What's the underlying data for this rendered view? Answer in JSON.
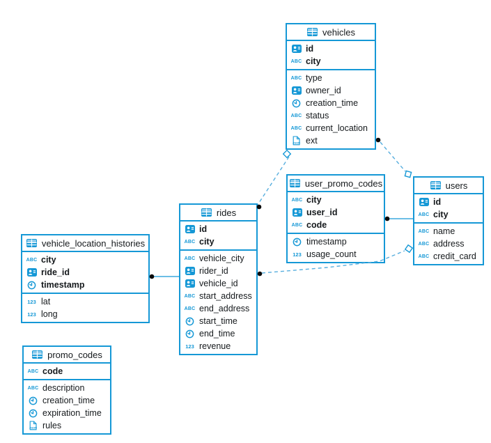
{
  "diagram": {
    "kind": "entity-relationship-diagram",
    "colors": {
      "table_border": "#1598d6",
      "icon_blue": "#1598d6",
      "relation_dashed": "#57aede",
      "relation_solid": "#1598d6",
      "endpoint_dot": "#0b0b0b",
      "text": "#15191c",
      "background": "#ffffff"
    },
    "icons": {
      "header": "table-icon",
      "uuid": "id-card-icon",
      "string": "abc-icon",
      "timestamp": "clock-icon",
      "int": "123-icon",
      "json": "json-doc-icon"
    },
    "tables": [
      {
        "title": "vehicles",
        "primary_fields": [
          {
            "type": "uuid",
            "name": "id"
          },
          {
            "type": "string",
            "name": "city"
          }
        ],
        "fields": [
          {
            "type": "string",
            "name": "type"
          },
          {
            "type": "uuid",
            "name": "owner_id"
          },
          {
            "type": "timestamp",
            "name": "creation_time"
          },
          {
            "type": "string",
            "name": "status"
          },
          {
            "type": "string",
            "name": "current_location"
          },
          {
            "type": "json",
            "name": "ext"
          }
        ]
      },
      {
        "title": "user_promo_codes",
        "primary_fields": [
          {
            "type": "string",
            "name": "city"
          },
          {
            "type": "uuid",
            "name": "user_id"
          },
          {
            "type": "string",
            "name": "code"
          }
        ],
        "fields": [
          {
            "type": "timestamp",
            "name": "timestamp"
          },
          {
            "type": "int",
            "name": "usage_count"
          }
        ]
      },
      {
        "title": "users",
        "primary_fields": [
          {
            "type": "uuid",
            "name": "id"
          },
          {
            "type": "string",
            "name": "city"
          }
        ],
        "fields": [
          {
            "type": "string",
            "name": "name"
          },
          {
            "type": "string",
            "name": "address"
          },
          {
            "type": "string",
            "name": "credit_card"
          }
        ]
      },
      {
        "title": "rides",
        "primary_fields": [
          {
            "type": "uuid",
            "name": "id"
          },
          {
            "type": "string",
            "name": "city"
          }
        ],
        "fields": [
          {
            "type": "string",
            "name": "vehicle_city"
          },
          {
            "type": "uuid",
            "name": "rider_id"
          },
          {
            "type": "uuid",
            "name": "vehicle_id"
          },
          {
            "type": "string",
            "name": "start_address"
          },
          {
            "type": "string",
            "name": "end_address"
          },
          {
            "type": "timestamp",
            "name": "start_time"
          },
          {
            "type": "timestamp",
            "name": "end_time"
          },
          {
            "type": "int",
            "name": "revenue"
          }
        ]
      },
      {
        "title": "vehicle_location_histories",
        "primary_fields": [
          {
            "type": "string",
            "name": "city"
          },
          {
            "type": "uuid",
            "name": "ride_id"
          },
          {
            "type": "timestamp",
            "name": "timestamp"
          }
        ],
        "fields": [
          {
            "type": "int",
            "name": "lat"
          },
          {
            "type": "int",
            "name": "long"
          }
        ]
      },
      {
        "title": "promo_codes",
        "primary_fields": [
          {
            "type": "string",
            "name": "code"
          }
        ],
        "fields": [
          {
            "type": "string",
            "name": "description"
          },
          {
            "type": "timestamp",
            "name": "creation_time"
          },
          {
            "type": "timestamp",
            "name": "expiration_time"
          },
          {
            "type": "json",
            "name": "rules"
          }
        ]
      }
    ],
    "relations": [
      {
        "from": "vehicles",
        "to": "rides",
        "from_marker": "diamond",
        "to_marker": "dot",
        "style": "dashed"
      },
      {
        "from": "vehicles",
        "to": "users",
        "from_marker": "dot",
        "to_marker": "diamond",
        "style": "dashed"
      },
      {
        "from": "user_promo_codes",
        "to": "users",
        "from_marker": "dot",
        "to_marker": "none",
        "style": "solid"
      },
      {
        "from": "rides",
        "to": "users",
        "from_marker": "dot",
        "to_marker": "diamond",
        "style": "dashed"
      },
      {
        "from": "vehicle_location_histories",
        "to": "rides",
        "from_marker": "dot",
        "to_marker": "none",
        "style": "solid"
      }
    ]
  }
}
